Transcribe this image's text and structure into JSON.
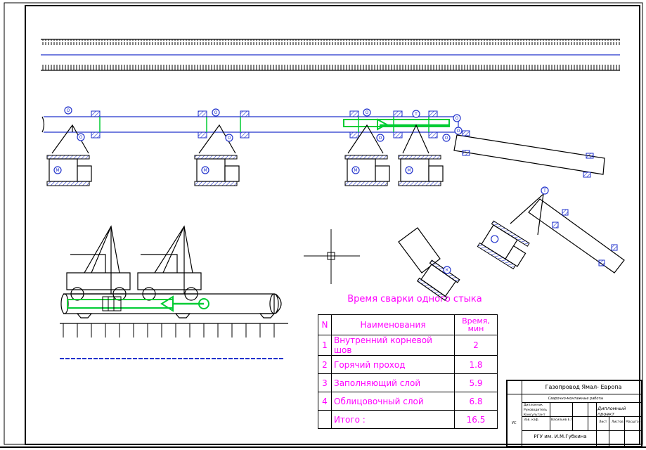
{
  "labels": {
    "o": "O",
    "m": "М",
    "t": "Т",
    "k": "К"
  },
  "table": {
    "title": "Время сварки одного стыка",
    "head": {
      "n": "N",
      "name": "Наименования",
      "time_line1": "Время,",
      "time_line2": "мин"
    },
    "rows": [
      {
        "n": "1",
        "name": "Внутренний корневой шов",
        "time": "2"
      },
      {
        "n": "2",
        "name": "Горячий проход",
        "time": "1.8"
      },
      {
        "n": "3",
        "name": "Заполняющий слой",
        "time": "5.9"
      },
      {
        "n": "4",
        "name": "Облицовочный слой",
        "time": "6.8"
      }
    ],
    "total": {
      "name": "Итого :",
      "time": "16.5"
    }
  },
  "stamp": {
    "project": "Газопровод Ямал- Европа",
    "subtitle": "Сварочно-монтажные работы",
    "role1": "Дипломник",
    "role2": "Руководитель",
    "role3": "Консультант",
    "role4": "Зав. каф.",
    "person": "Васильев Е.Г.",
    "doc": "Дипломный проект",
    "left_code": "УС",
    "col1": "Лист",
    "col2": "Листов",
    "col3": "Масштаб",
    "university": "РГУ им. И.М.Губкина"
  },
  "colors": {
    "blue": "#2233cc",
    "green": "#00cc33",
    "magenta": "#ff00ff",
    "ink": "#000000"
  }
}
